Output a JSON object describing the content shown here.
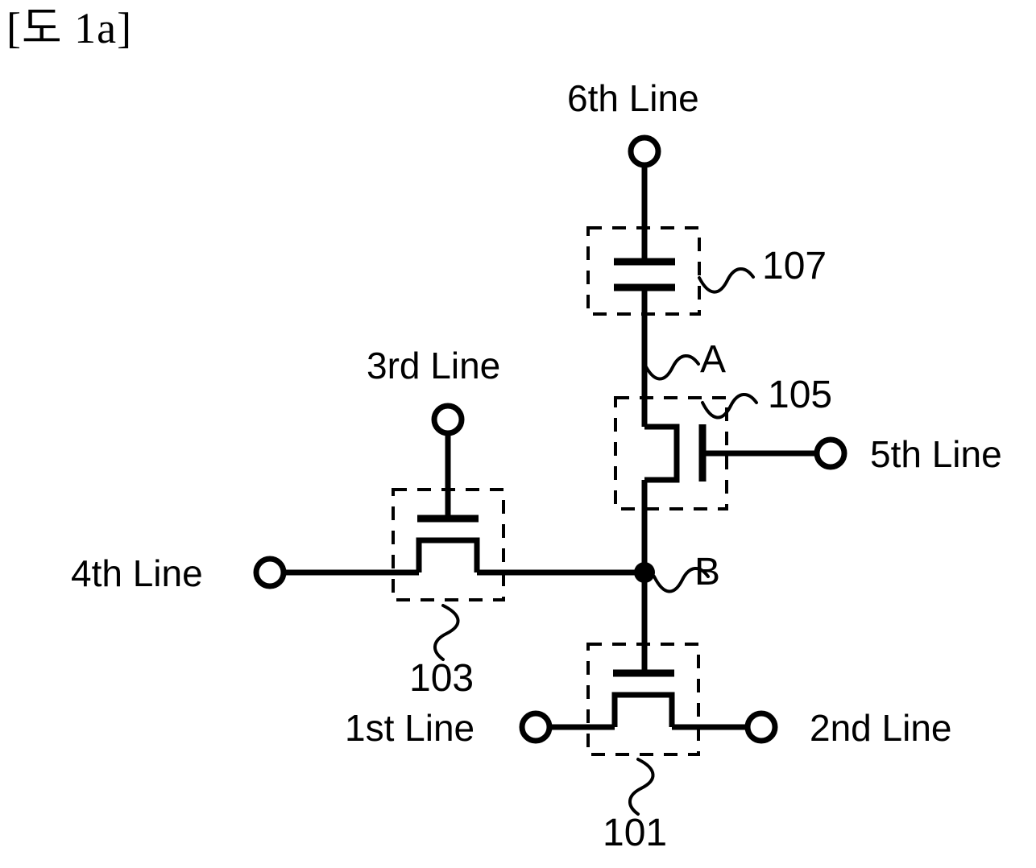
{
  "figure": {
    "title": "[도 1a]",
    "type": "circuit-schematic"
  },
  "labels": {
    "line6": "6th Line",
    "line5": "5th Line",
    "line4": "4th Line",
    "line3": "3rd Line",
    "line2": "2nd Line",
    "line1": "1st Line",
    "node_a": "A",
    "node_b": "B",
    "ref_101": "101",
    "ref_103": "103",
    "ref_105": "105",
    "ref_107": "107"
  },
  "components": {
    "capacitor_107": {
      "ref": "107",
      "kind": "capacitor",
      "connects": [
        "6th Line",
        "node A"
      ]
    },
    "transistor_105": {
      "ref": "105",
      "kind": "transistor",
      "gate": "5th Line",
      "terminals": [
        "node A",
        "node B"
      ]
    },
    "transistor_103": {
      "ref": "103",
      "kind": "transistor",
      "gate": "3rd Line",
      "terminals": [
        "4th Line",
        "node B"
      ]
    },
    "transistor_101": {
      "ref": "101",
      "kind": "transistor",
      "gate": "node B",
      "terminals": [
        "1st Line",
        "2nd Line"
      ]
    }
  },
  "nodes": {
    "A": "A",
    "B": "B"
  },
  "colors": {
    "ink": "#000000",
    "background": "#ffffff"
  }
}
